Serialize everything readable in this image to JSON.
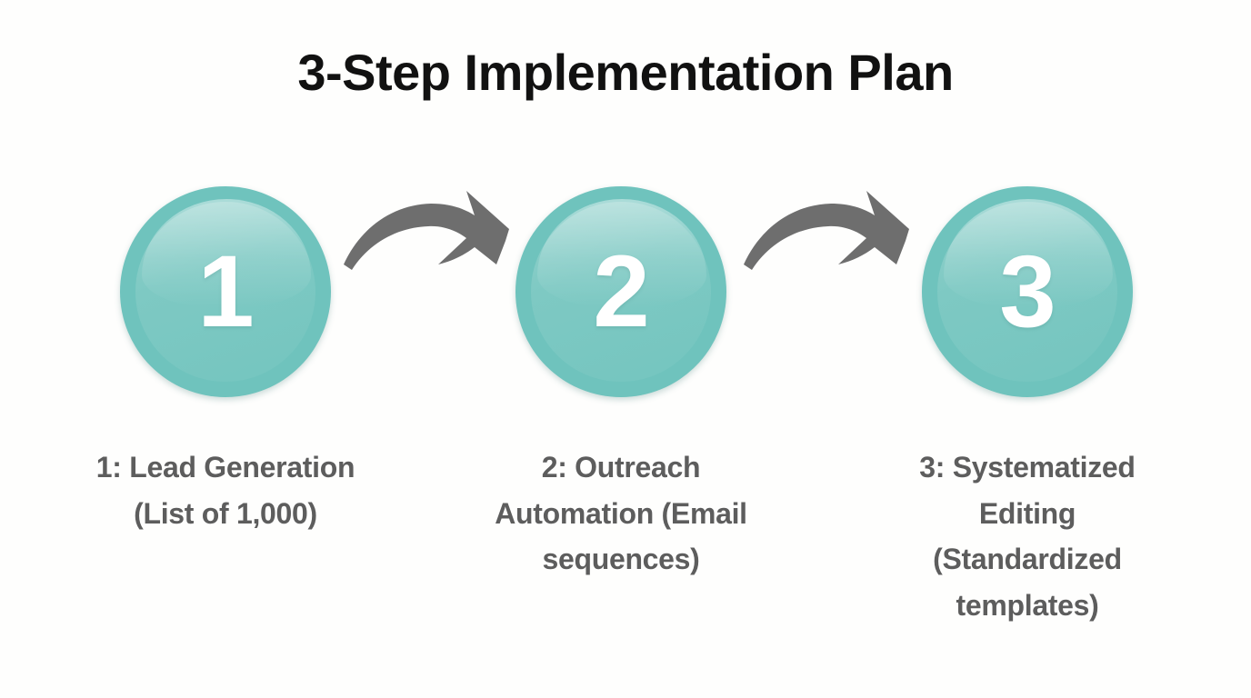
{
  "title": "3-Step Implementation Plan",
  "colors": {
    "background": "#fefefd",
    "title_text": "#111111",
    "caption_text": "#5d5d5d",
    "badge_outer": "#6fc3bd",
    "badge_inner": "#7ec9c3",
    "badge_highlight": "#a5d8d3",
    "badge_number": "#ffffff",
    "arrow": "#6e6e6e"
  },
  "steps": [
    {
      "number": "1",
      "caption": "1: Lead Generation (List of 1,000)"
    },
    {
      "number": "2",
      "caption": "2: Outreach Automation (Email sequences)"
    },
    {
      "number": "3",
      "caption": "3: Systematized Editing (Standardized templates)"
    }
  ],
  "arrows": [
    {
      "name": "arrow-step1-to-step2"
    },
    {
      "name": "arrow-step2-to-step3"
    }
  ]
}
